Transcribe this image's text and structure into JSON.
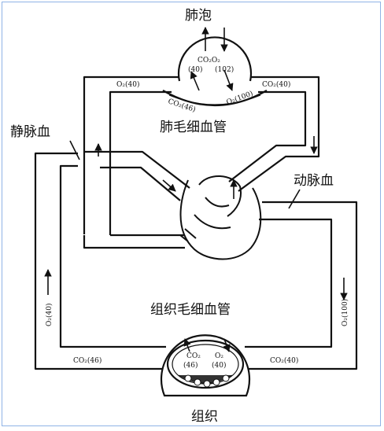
{
  "labels": {
    "alveolus": "肺泡",
    "pulmonary_capillary": "肺毛细血管",
    "venous_blood": "静脉血",
    "arterial_blood": "动脉血",
    "tissue_capillary": "组织毛细血管",
    "tissue": "组织"
  },
  "alveolus_values": {
    "gases": "CO₂O₂",
    "co2": "(40)",
    "o2": "(102)"
  },
  "pulmonary_values": {
    "o2_in": "O₂(40)",
    "co2_out": "CO₂(40)",
    "co2_46": "CO₂(46)",
    "o2_100": "O₂(100)"
  },
  "systemic_values": {
    "o2_left": "O₂(40)",
    "o2_right": "O₂(100)",
    "co2_left": "CO₂(46)",
    "co2_right": "CO₂(40)"
  },
  "tissue_values": {
    "co2_a": "CO₂",
    "co2_b": "(46)",
    "o2_a": "O₂",
    "o2_b": "(40)"
  }
}
